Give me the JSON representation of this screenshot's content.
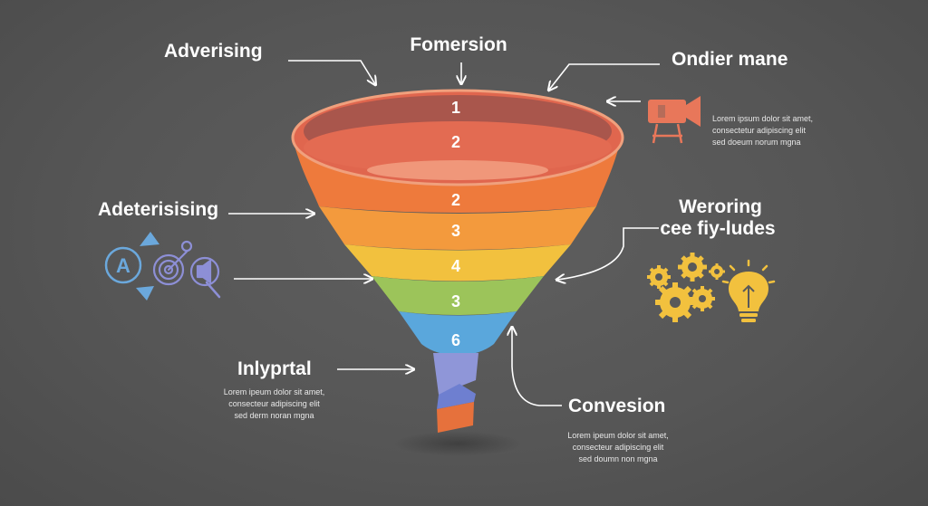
{
  "labels": {
    "top_left": "Adverising",
    "top_center": "Fomersion",
    "top_right": "Ondier mane",
    "mid_left": "Adeterisising",
    "mid_right_line1": "Weroring",
    "mid_right_line2": "cee fiy-ludes",
    "bottom_left": "Inlyprtal",
    "bottom_right": "Convesion"
  },
  "descriptions": {
    "right_top": [
      "Lorem ipsum dolor sit amet,",
      "consectetur adipiscing elit",
      "sed doeum norum mgna"
    ],
    "bottom_left": [
      "Lorem ipeum dolor sit amet,",
      "consecteur adipiscing elit",
      "sed derm noran mgna"
    ],
    "bottom_right": [
      "Lorem ipeum dolor sit amet,",
      "consecteur adipiscing elit",
      "sed doumn non mgna"
    ]
  },
  "funnel": {
    "stage_numbers": [
      "1",
      "2",
      "2",
      "3",
      "4",
      "3",
      "6"
    ]
  },
  "icons": {
    "left_cluster": [
      "letter-a-circle-icon",
      "arrow-up-icon",
      "arrow-down-icon",
      "target-icon",
      "speaker-icon",
      "magnifier-icon"
    ],
    "right_top": "camera-icon",
    "right_mid": [
      "gears-icon",
      "lightbulb-icon"
    ]
  },
  "colors": {
    "background": "#595959",
    "band_1": "#a9564c",
    "band_2": "#e36b52",
    "band_3": "#ee7a3c",
    "band_4": "#f29a3c",
    "band_5": "#f2c13e",
    "band_6": "#9cc45a",
    "band_7": "#5aa7dc",
    "spout": "#8f96d8",
    "spout_accent": "#e6713c",
    "icon_blue": "#6ba8dc",
    "icon_yellow": "#f2c13e",
    "icon_orange": "#e8775a"
  }
}
